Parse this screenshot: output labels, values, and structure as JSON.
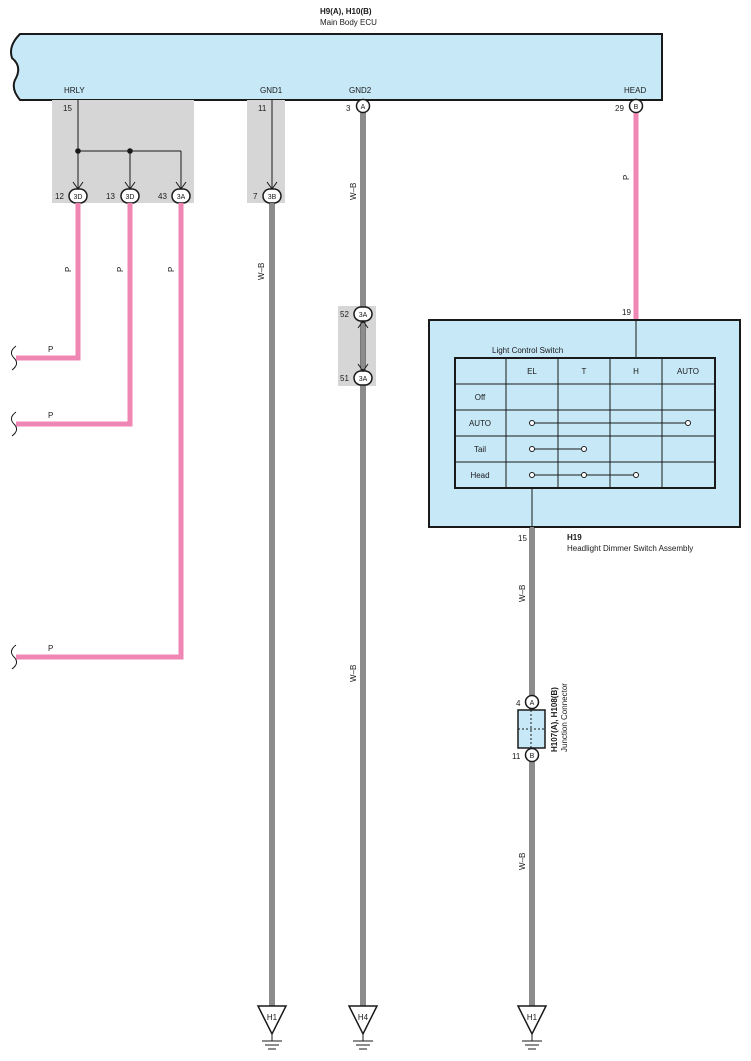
{
  "ecu": {
    "code": "H9(A), H10(B)",
    "name": "Main Body ECU",
    "ports": {
      "hrly": "HRLY",
      "gnd1": "GND1",
      "gnd2": "GND2",
      "head": "HEAD"
    }
  },
  "pins": {
    "hrly": "15",
    "gnd1": "11",
    "gnd2": "3",
    "head": "29",
    "j1": "12",
    "j2": "13",
    "j3": "43",
    "j4": "7",
    "j5": "52",
    "j6": "51",
    "sw_in": "19",
    "sw_out": "15",
    "jc_in": "4",
    "jc_out": "11"
  },
  "connectors": {
    "j1": "3D",
    "j2": "3D",
    "j3": "3A",
    "j4": "3B",
    "j5": "3A",
    "j6": "3A",
    "gnd2": "A",
    "head": "B",
    "jc_in": "A",
    "jc_out": "B"
  },
  "wire_colors": {
    "pink": "P",
    "white_black": "W–B"
  },
  "switch": {
    "code": "H19",
    "name": "Headlight Dimmer Switch Assembly",
    "table_title": "Light Control Switch",
    "columns": [
      "EL",
      "T",
      "H",
      "AUTO"
    ],
    "rows": [
      "Off",
      "AUTO",
      "Tail",
      "Head"
    ]
  },
  "junction": {
    "code": "H107(A), H108(B)",
    "name": "Junction Connector"
  },
  "grounds": {
    "g1": "H1",
    "g2": "H4",
    "g3": "H1"
  },
  "colors": {
    "pink": "#ef86b3",
    "box_blue": "#c7e8f7",
    "box_gray": "#d6d6d6"
  }
}
